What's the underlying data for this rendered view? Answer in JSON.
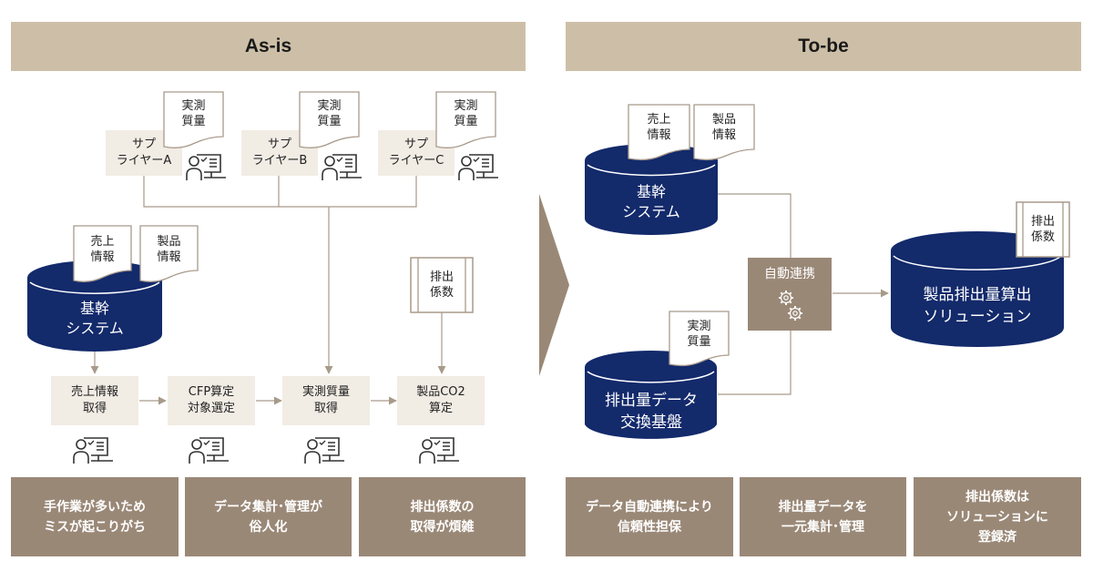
{
  "colors": {
    "header_bg": "#CDBFA7",
    "box_beige": "#F1ECE4",
    "box_taupe": "#9A8877",
    "navy": "#132A6B",
    "line": "#A89A8A"
  },
  "as_is": {
    "title": "As-is",
    "suppliers": [
      {
        "label": "サプ\nライヤーA",
        "doc": "実測\n質量",
        "icon": "person-at-computer-icon"
      },
      {
        "label": "サプ\nライヤーB",
        "doc": "実測\n質量",
        "icon": "person-at-computer-icon"
      },
      {
        "label": "サプ\nライヤーC",
        "doc": "実測\n質量",
        "icon": "person-at-computer-icon"
      }
    ],
    "core_system": {
      "label": "基幹\nシステム",
      "docs": [
        "売上\n情報",
        "製品\n情報"
      ]
    },
    "emission_factor_doc": "排出\n係数",
    "process_steps": [
      {
        "label": "売上情報\n取得",
        "icon": "person-at-computer-icon"
      },
      {
        "label": "CFP算定\n対象選定",
        "icon": "person-at-computer-icon"
      },
      {
        "label": "実測質量\n取得",
        "icon": "person-at-computer-icon"
      },
      {
        "label": "製品CO2\n算定",
        "icon": "person-at-computer-icon"
      }
    ],
    "issues": [
      "手作業が多いため\nミスが起こりがち",
      "データ集計･管理が\n俗人化",
      "排出係数の\n取得が煩雑"
    ]
  },
  "to_be": {
    "title": "To-be",
    "core_system": {
      "label": "基幹\nシステム",
      "docs": [
        "売上\n情報",
        "製品\n情報"
      ]
    },
    "exchange_platform": {
      "label": "排出量データ\n交換基盤",
      "doc": "実測\n質量"
    },
    "auto_link": {
      "label": "自動連携",
      "icon": "gears-icon"
    },
    "solution": {
      "label": "製品排出量算出\nソリューション",
      "doc": "排出\n係数"
    },
    "benefits": [
      "データ自動連携により\n信頼性担保",
      "排出量データを\n一元集計･管理",
      "排出係数は\nソリューションに\n登録済"
    ]
  },
  "transition_arrow": "chevron-right-icon"
}
